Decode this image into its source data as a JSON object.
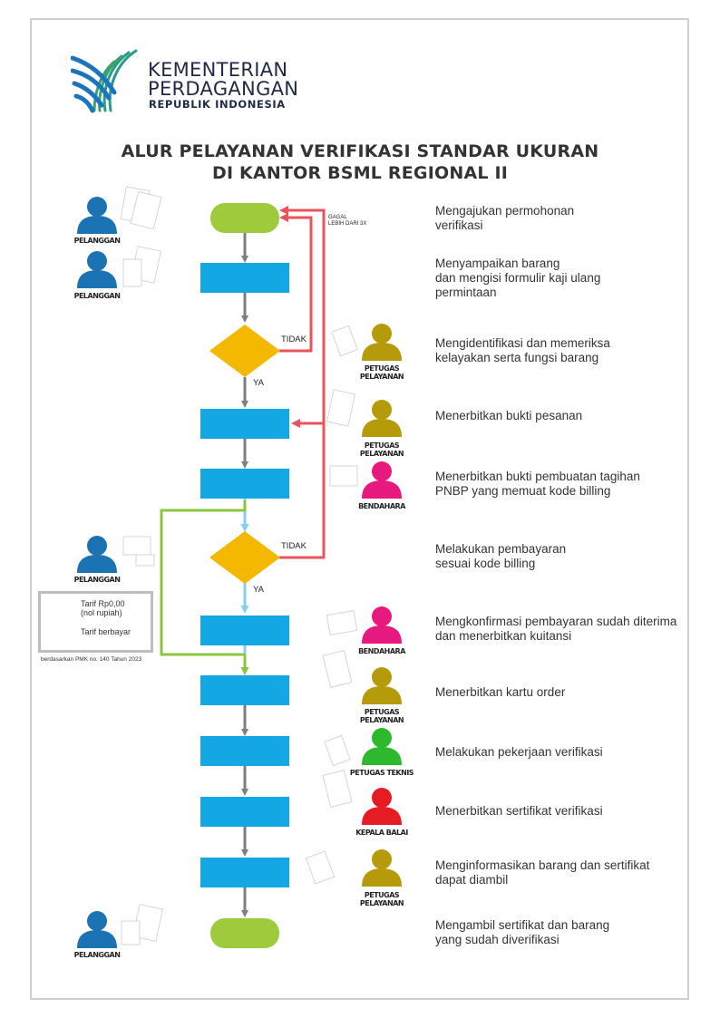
{
  "logo": {
    "line1": "KEMENTERIAN",
    "line2": "PERDAGANGAN",
    "line3": "REPUBLIK INDONESIA"
  },
  "title": {
    "line1": "ALUR PELAYANAN VERIFIKASI STANDAR UKURAN",
    "line2": "DI KANTOR BSML REGIONAL II"
  },
  "labels": {
    "gagal": "GAGAL",
    "gagal_sub": "LEBIH DARI 3X",
    "tidak": "TIDAK",
    "ya": "YA"
  },
  "steps": [
    "Mengajukan permohonan\nverifikasi",
    "Menyampaikan barang\ndan mengisi formulir kaji ulang\npermintaan",
    "Mengidentifikasi dan memeriksa\nkelayakan serta fungsi barang",
    "Menerbitkan bukti pesanan",
    "Menerbitkan bukti pembuatan tagihan\nPNBP yang memuat kode billing",
    "Melakukan pembayaran\nsesuai kode billing",
    "Mengkonfirmasi pembayaran sudah diterima\ndan menerbitkan kuitansi",
    "Menerbitkan kartu order",
    "Melakukan pekerjaan verifikasi",
    "Menerbitkan sertifikat verifikasi",
    "Menginformasikan barang dan sertifikat\ndapat diambil",
    "Mengambil sertifikat dan barang\nyang sudah diverifikasi"
  ],
  "roles": {
    "pelanggan": "PELANGGAN",
    "petugas_pelayanan": "PETUGAS PELAYANAN",
    "bendahara": "BENDAHARA",
    "petugas_teknis": "PETUGAS TEKNIS",
    "kepala_balai": "KEPALA BALAI"
  },
  "legend": {
    "free": "Tarif Rp0,00\n(nol rupiah)",
    "paid": "Tarif berbayar",
    "footnote": "berdasarkan PMK no. 140 Tahun 2023"
  },
  "colors": {
    "terminal": "#9ecb3c",
    "process": "#13a7e3",
    "decision": "#f4b800",
    "arrow": "#7f7f7f",
    "reject": "#e8545a",
    "free_path": "#8cc63f",
    "paid_path": "#87cdef",
    "pelanggan": "#1b73b4",
    "petugas_pelayanan": "#b59a0a",
    "bendahara": "#e8197e",
    "petugas_teknis": "#2eb82e",
    "kepala_balai": "#e61c24"
  }
}
